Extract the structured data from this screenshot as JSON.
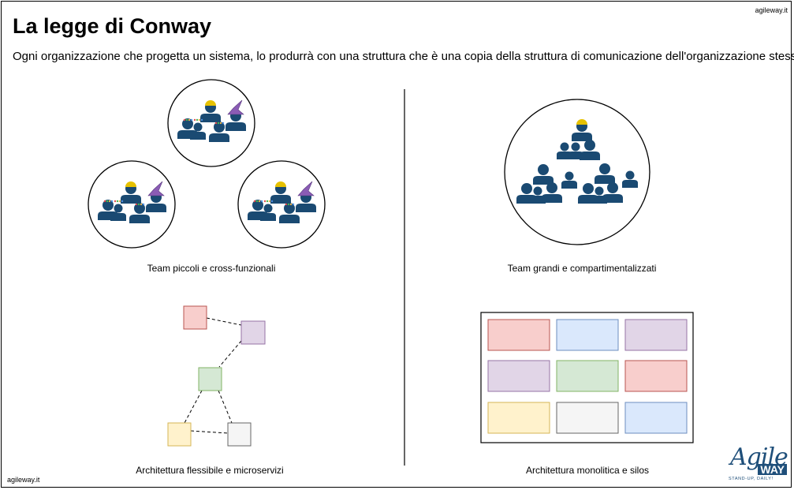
{
  "header": {
    "title": "La legge di Conway",
    "subtitle": "Ogni organizzazione che progetta un sistema, lo produrrà con una struttura che è una copia della struttura di comunicazione dell'organizzazione stessa",
    "brand_top": "agileway.it",
    "brand_bottom": "agileway.it"
  },
  "left": {
    "teams_caption": "Team piccoli e cross-funzionali",
    "architecture_caption": "Architettura flessibile e microservizi"
  },
  "right": {
    "teams_caption": "Team grandi e compartimentalizzati",
    "architecture_caption": "Architettura monolitica e silos"
  },
  "logo": {
    "word": "Agile",
    "word2": "WAY",
    "tagline": "STAND-UP, DAILY!"
  },
  "colors": {
    "person": "#1a4a72",
    "helmet": "#e6c100",
    "wizard_hat": "#8b5cb5",
    "red_fill": "#f8cecc",
    "red_stroke": "#b85450",
    "purple_fill": "#e1d5e7",
    "purple_stroke": "#9673a6",
    "green_fill": "#d5e8d4",
    "green_stroke": "#82b366",
    "yellow_fill": "#fff2cc",
    "yellow_stroke": "#d6b656",
    "gray_fill": "#f5f5f5",
    "gray_stroke": "#666666",
    "blue_fill": "#dae8fc",
    "blue_stroke": "#6c8ebf"
  }
}
